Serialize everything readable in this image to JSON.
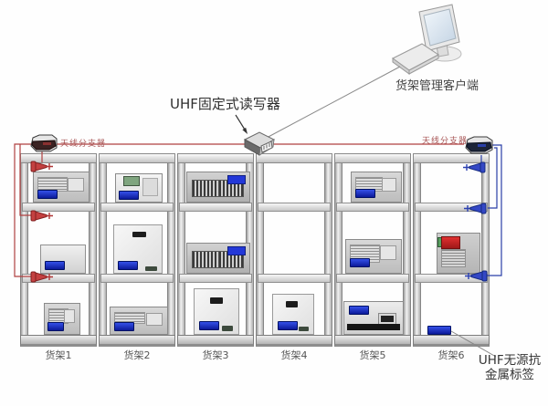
{
  "labels": {
    "reader": "UHF固定式读写器",
    "client": "货架管理客户端",
    "splitter_left": "天线分支器",
    "splitter_right": "天线分支器",
    "metal_tag_line1": "UHF无源抗",
    "metal_tag_line2": "金属标签"
  },
  "racks": [
    {
      "label": "货架1",
      "equipment": [
        "striped-server-unit",
        "plain-gray-box",
        "small-striped-unit"
      ]
    },
    {
      "label": "货架2",
      "equipment": [
        "green-screen-instrument",
        "white-cabinet-box",
        "striped-server-unit"
      ]
    },
    {
      "label": "货架3",
      "equipment": [
        "slotted-rack-server",
        "slotted-rack-server",
        "white-cabinet-box"
      ]
    },
    {
      "label": "货架4",
      "equipment": [
        "empty",
        "empty",
        "white-cabinet-box"
      ]
    },
    {
      "label": "货架5",
      "equipment": [
        "striped-server-unit",
        "striped-server-unit",
        "display-unit"
      ]
    },
    {
      "label": "货架6",
      "equipment": [
        "empty",
        "red-panel-unit",
        "metal-tag-on-shelf"
      ]
    }
  ],
  "icons": {
    "client_device": "desktop-computer",
    "reader_device": "uhf-fixed-reader",
    "splitter_device": "antenna-splitter",
    "antenna_left": "red-antenna",
    "antenna_right": "blue-antenna",
    "tag": "uhf-metal-tag"
  },
  "colors": {
    "antenna_feed_left": "#b04040",
    "antenna_feed_right": "#2a3fa8",
    "metal_tag_blue": "#1a2fd0",
    "splitter_label_red": "#a85555",
    "label_text": "#333333"
  }
}
